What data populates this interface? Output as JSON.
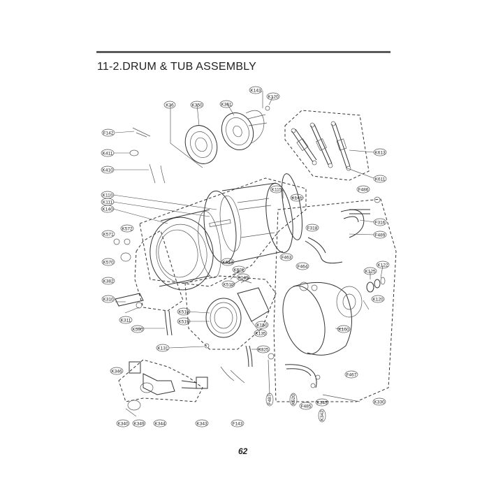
{
  "section": {
    "title": "11-2.DRUM & TUB ASSEMBLY"
  },
  "page": {
    "number": "62"
  },
  "part_labels": [
    "K143",
    "K120",
    "K36",
    "K350",
    "K361",
    "F142",
    "K411",
    "K410",
    "K613",
    "K611",
    "K115",
    "K141",
    "F486",
    "K110",
    "K111",
    "K140",
    "F318",
    "F316",
    "F489",
    "K571",
    "K572",
    "F463",
    "F464",
    "K570",
    "K613",
    "K621",
    "K125",
    "K122",
    "K382",
    "K139",
    "K510",
    "K310",
    "K120",
    "K311",
    "K518",
    "K519",
    "K150",
    "K160",
    "K590",
    "K135",
    "K131",
    "K325",
    "K346",
    "F467",
    "F487",
    "K340",
    "K520",
    "K342",
    "K349",
    "K344",
    "K343",
    "F143",
    "F485",
    "F461",
    "K345",
    "K330"
  ]
}
